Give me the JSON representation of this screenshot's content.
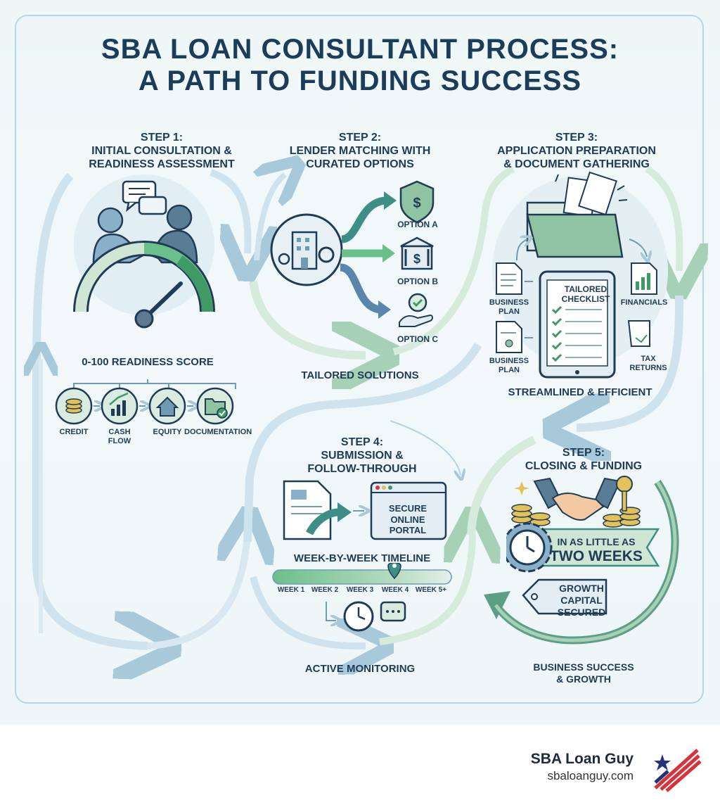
{
  "title": {
    "line1": "SBA LOAN CONSULTANT PROCESS:",
    "line2": "A PATH TO FUNDING SUCCESS"
  },
  "steps": {
    "step1": {
      "number": "STEP 1:",
      "line1": "INITIAL CONSULTATION &",
      "line2": "READINESS ASSESSMENT",
      "score_label": "0-100 READINESS SCORE",
      "factors": [
        "CREDIT",
        "CASH",
        "FLOW",
        "EQUITY",
        "DOCUMENTATION"
      ]
    },
    "step2": {
      "number": "STEP 2:",
      "line1": "LENDER MATCHING WITH",
      "line2": "CURATED OPTIONS",
      "options": [
        "OPTION A",
        "OPTION B",
        "OPTION C"
      ],
      "caption": "TAILORED SOLUTIONS"
    },
    "step3": {
      "number": "STEP 3:",
      "line1": "APPLICATION PREPARATION",
      "line2": "& DOCUMENT GATHERING",
      "checklist1": "TAILORED",
      "checklist2": "CHECKLIST",
      "doc_business_1a": "BUSINESS",
      "doc_business_1b": "PLAN",
      "doc_business_2a": "BUSINESS",
      "doc_business_2b": "PLAN",
      "doc_financials": "FINANCIALS",
      "doc_tax_a": "TAX",
      "doc_tax_b": "RETURNS",
      "caption": "STREAMLINED & EFFICIENT"
    },
    "step4": {
      "number": "STEP 4:",
      "line1": "SUBMISSION &",
      "line2": "FOLLOW-THROUGH",
      "portal1": "SECURE",
      "portal2": "ONLINE",
      "portal3": "PORTAL",
      "timeline_label": "WEEK-BY-WEEK TIMELINE",
      "weeks": [
        "WEEK 1",
        "WEEK 2",
        "WEEK 3",
        "WEEK 4",
        "WEEK 5+"
      ],
      "caption": "ACTIVE MONITORING"
    },
    "step5": {
      "number": "STEP 5:",
      "line1": "CLOSING & FUNDING",
      "banner1": "IN AS LITTLE AS",
      "banner2": "TWO WEEKS",
      "tag1": "GROWTH",
      "tag2": "CAPITAL",
      "tag3": "SECURED",
      "caption1": "BUSINESS SUCCESS",
      "caption2": "& GROWTH"
    }
  },
  "brand": {
    "name": "SBA Loan Guy",
    "url": "sbaloanguy.com"
  },
  "colors": {
    "navy": "#1c3d5a",
    "green": "#4caf7d",
    "teal": "#3e8e88",
    "blue_flow": "#cfe3ee",
    "green_flow": "#d6ebdc",
    "flag_red": "#d6333b",
    "flag_blue": "#22337a"
  },
  "icons": [
    "chat-bubbles-icon",
    "people-talking-icon",
    "gauge-icon",
    "coins-icon",
    "growth-chart-icon",
    "house-icon",
    "folder-check-icon",
    "bank-building-icon",
    "shield-dollar-icon",
    "bank-dollar-icon",
    "hand-check-icon",
    "folder-icon",
    "tablet-checklist-icon",
    "document-icon",
    "chart-doc-icon",
    "scroll-icon",
    "send-document-icon",
    "browser-window-icon",
    "clock-icon",
    "chat-icon",
    "handshake-icon",
    "key-icon",
    "gear-clock-icon",
    "tag-icon",
    "flag-logo-icon"
  ]
}
